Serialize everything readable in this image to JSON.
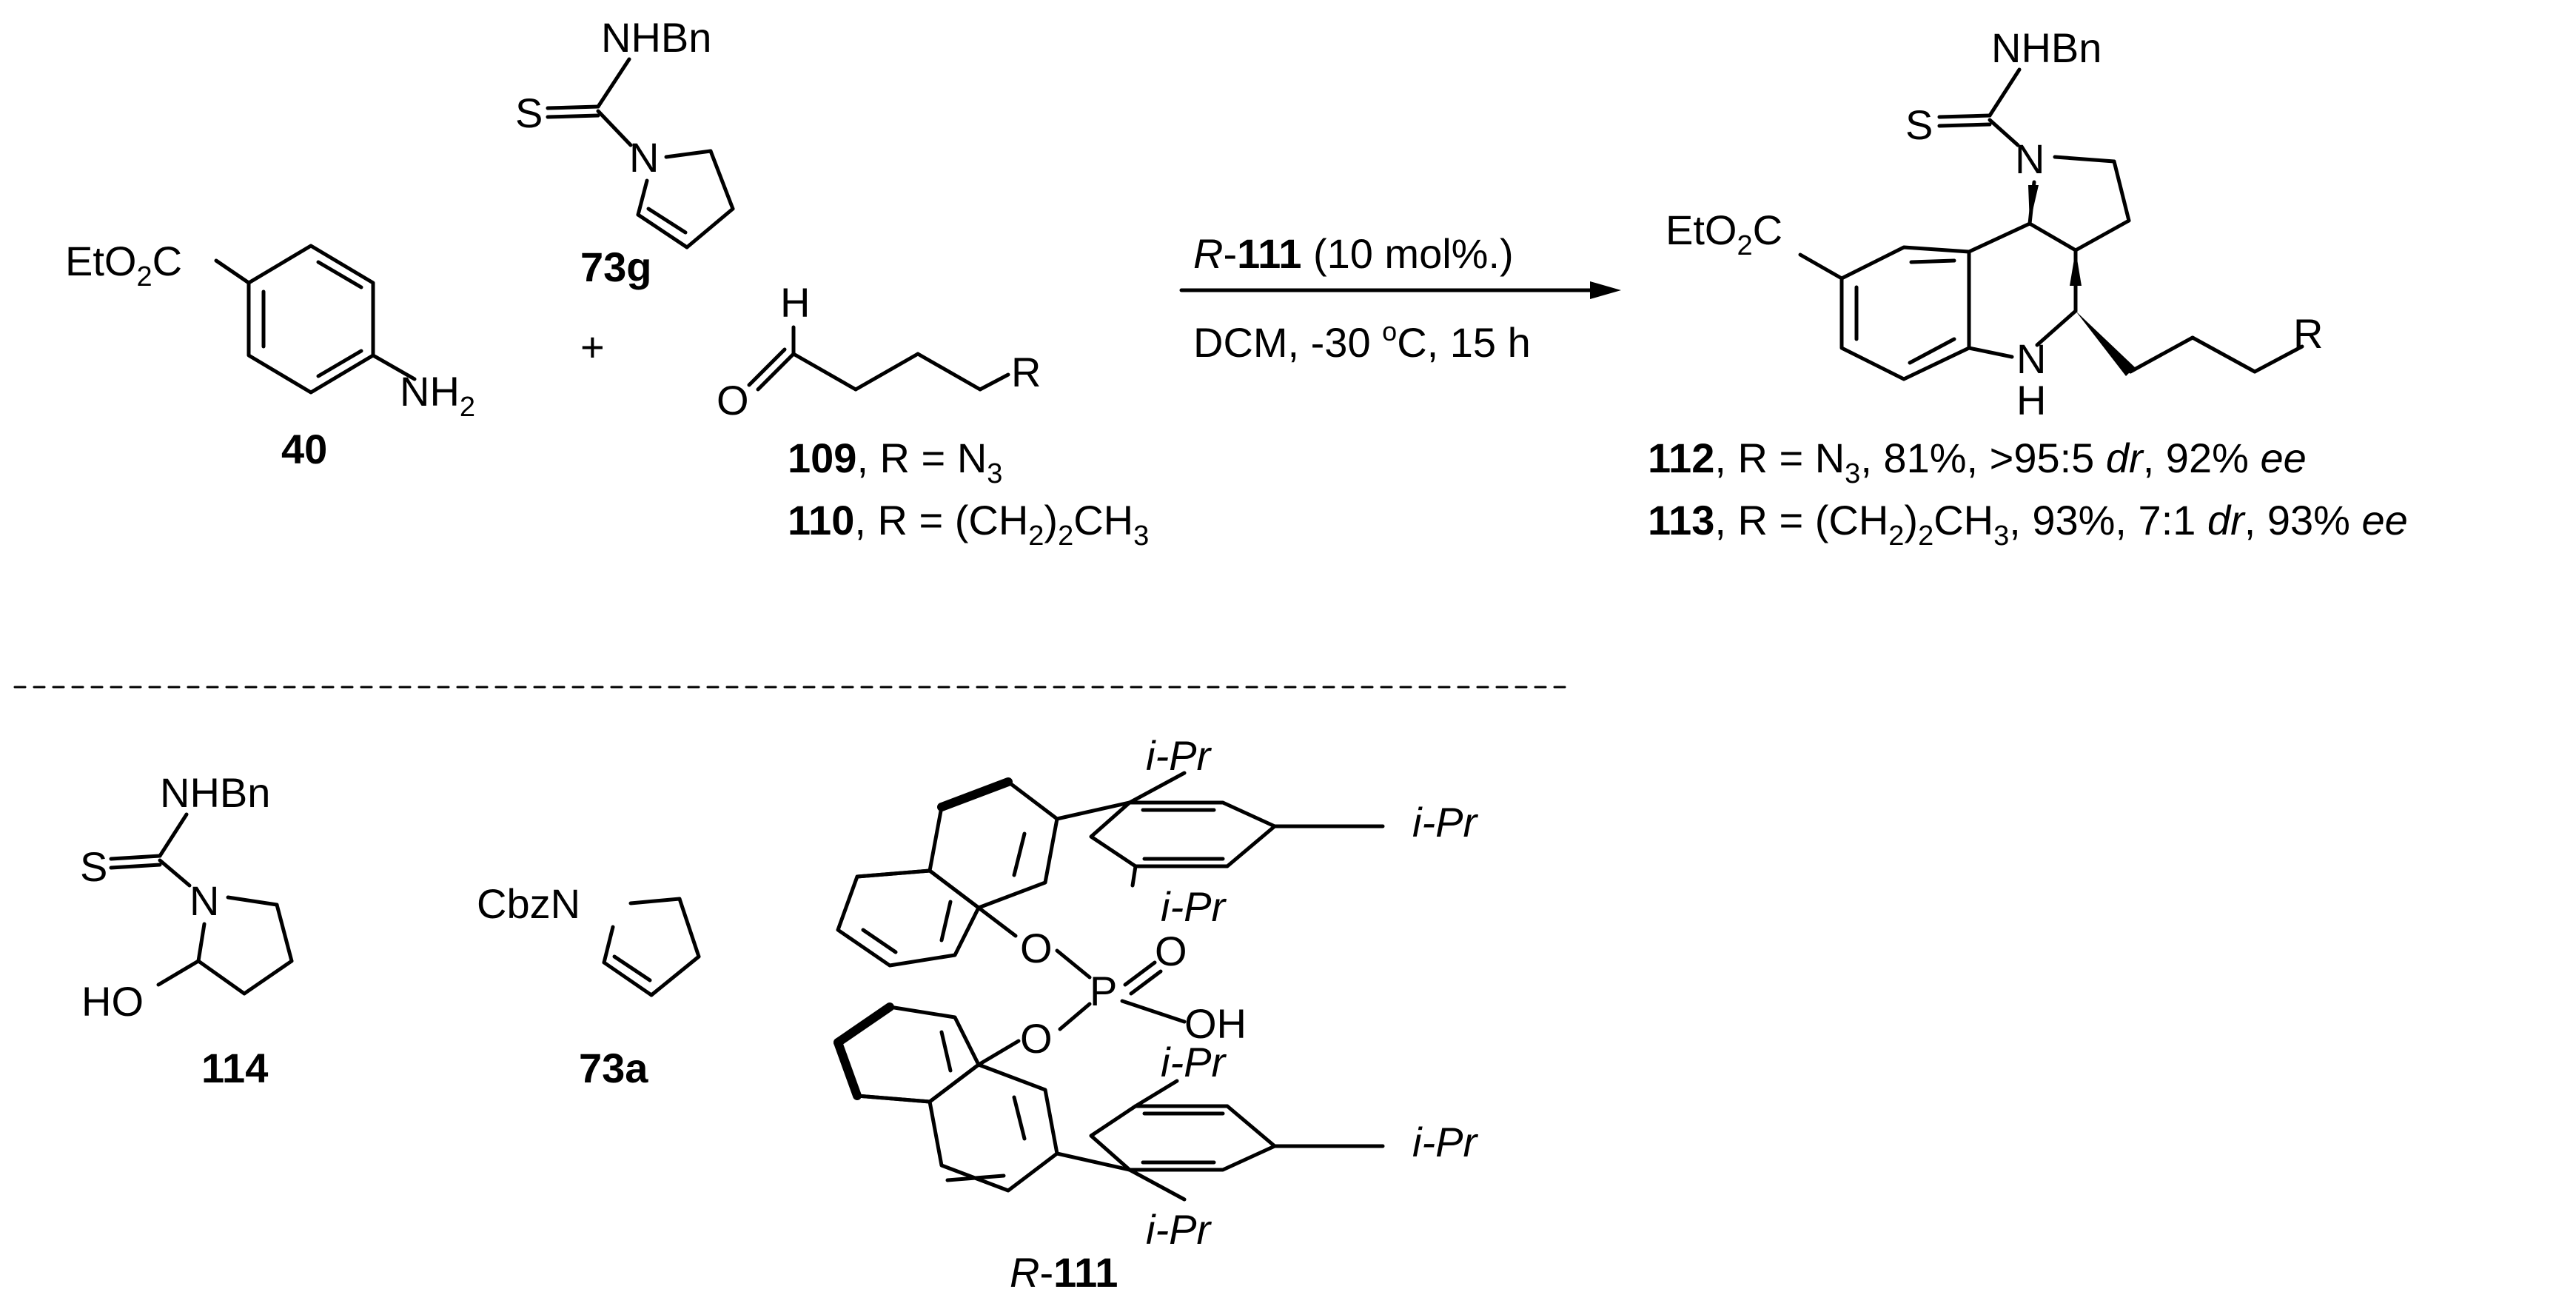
{
  "scheme": {
    "reactants": {
      "aniline": {
        "substituent": "EtO2C",
        "amine": "NH2",
        "label": "40"
      },
      "enamine": {
        "top_group": "NHBn",
        "thio_atom": "S",
        "ring_atom": "N",
        "label": "73g"
      },
      "plus": "+",
      "aldehyde": {
        "h_atom": "H",
        "o_atom": "O",
        "r_group": "R",
        "variants": [
          {
            "label": "109",
            "text": ", R = N",
            "sub": "3",
            "tail": ""
          },
          {
            "label": "110",
            "text": ", R = (CH",
            "sub": "2",
            "mid": ")",
            "sub2": "2",
            "tail": "CH",
            "sub3": "3"
          }
        ]
      }
    },
    "conditions": {
      "catalyst_prefix": "R",
      "catalyst_label": "111",
      "catalyst_loading": "(10 mol%.)",
      "line2": "DCM, -30 ",
      "deg": "o",
      "line2_tail": "C, 15 h"
    },
    "product": {
      "top_group": "NHBn",
      "thio_atom": "S",
      "ring_atom": "N",
      "ester": "EtO2C",
      "nh_n": "N",
      "nh_h": "H",
      "r_group": "R",
      "results": [
        {
          "label": "112",
          "text": ", R = N",
          "sub": "3",
          "yield": ", 81%, >95:5 ",
          "dr": "dr",
          "ee_val": ", 92% ",
          "ee": "ee"
        },
        {
          "label": "113",
          "text": ", R = (CH",
          "sub": "2",
          "mid": ")",
          "sub2": "2",
          "tail": "CH",
          "sub3": "3",
          "yield": ", 93%, 7:1 ",
          "dr": "dr",
          "ee_val": ", 93% ",
          "ee": "ee"
        }
      ]
    },
    "bottom": {
      "hemiaminal": {
        "top_group": "NHBn",
        "thio_atom": "S",
        "ring_atom": "N",
        "ho": "HO",
        "label": "114"
      },
      "cbz_enamine": {
        "group": "CbzN",
        "label": "73a"
      },
      "catalyst": {
        "iPr_labels": [
          "i-Pr",
          "i-Pr",
          "i-Pr",
          "i-Pr",
          "i-Pr",
          "i-Pr"
        ],
        "O1": "O",
        "O2": "O",
        "P": "P",
        "Odouble": "O",
        "OH": "OH",
        "label_prefix": "R",
        "label": "111"
      }
    }
  }
}
